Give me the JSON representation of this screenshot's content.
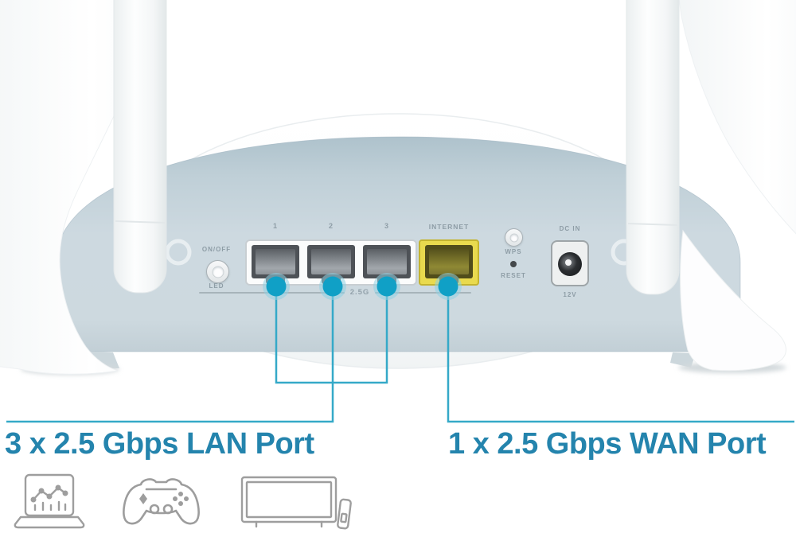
{
  "device_panel": {
    "power_label": "ON/OFF",
    "led_label": "LED",
    "ports": [
      {
        "label": "1"
      },
      {
        "label": "2"
      },
      {
        "label": "3"
      }
    ],
    "internet_label": "INTERNET",
    "speed_label": "2.5G",
    "wps_label": "WPS",
    "reset_label": "RESET",
    "dc_in_label": "DC IN",
    "voltage_label": "12V"
  },
  "callouts": {
    "lan_label": "3 x 2.5 Gbps LAN Port",
    "wan_label": "1 x 2.5 Gbps WAN Port"
  },
  "icons": [
    {
      "name": "laptop-analytics-icon"
    },
    {
      "name": "game-controller-icon"
    },
    {
      "name": "tv-icon"
    }
  ],
  "colors": {
    "accent_teal": "#149fc2",
    "callout_line": "#35a9c8",
    "heading_blue": "#2484ad",
    "wan_port_yellow": "#e9da4e",
    "panel_gray_blue": "#cdd9e0"
  }
}
